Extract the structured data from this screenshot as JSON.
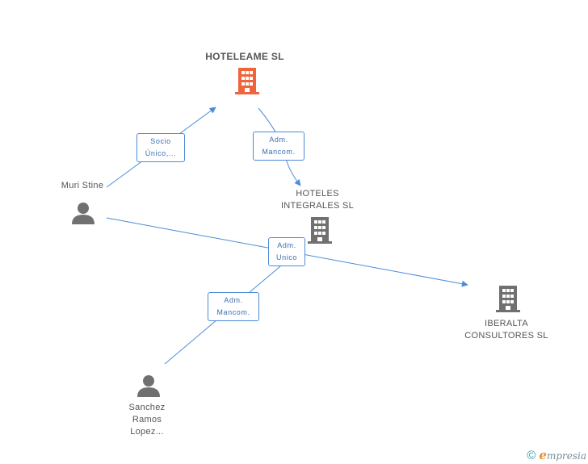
{
  "nodes": {
    "hoteleame": {
      "label": "HOTELEAME SL",
      "type": "company",
      "color": "#f0643c"
    },
    "hoteles_integrales": {
      "label": "HOTELES\nINTEGRALES SL",
      "type": "company",
      "color": "#707070"
    },
    "iberalta": {
      "label": "IBERALTA\nCONSULTORES SL",
      "type": "company",
      "color": "#707070"
    },
    "muri_stine": {
      "label": "Muri Stine",
      "type": "person",
      "color": "#707070"
    },
    "sanchez": {
      "label": "Sanchez\nRamos\nLopez...",
      "type": "person",
      "color": "#707070"
    }
  },
  "edges": {
    "socio": {
      "label": "Socio\nÚnico,..."
    },
    "adm_mancom_1": {
      "label": "Adm.\nMancom."
    },
    "adm_unico": {
      "label": "Adm.\nUnico"
    },
    "adm_mancom_2": {
      "label": "Adm.\nMancom."
    }
  },
  "colors": {
    "edge": "#4a8cd8"
  },
  "footer": {
    "copyright": "©",
    "brand_initial": "e",
    "brand_rest": "mpresia"
  }
}
